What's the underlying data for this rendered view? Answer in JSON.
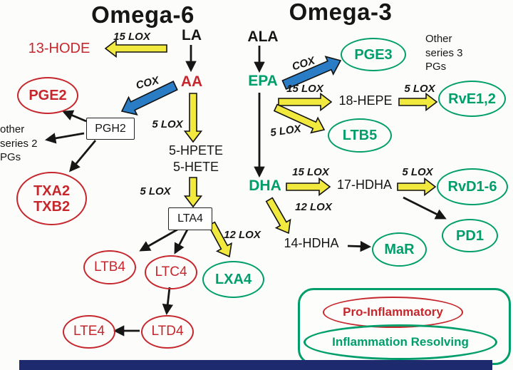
{
  "titles": {
    "omega6": "Omega-6",
    "omega3": "Omega-3"
  },
  "enzymes": {
    "lox15": "15 LOX",
    "cox": "COX",
    "lox5": "5 LOX",
    "lox12": "12 LOX"
  },
  "omega6": {
    "la": "LA",
    "hode13": "13-HODE",
    "aa": "AA",
    "pgh2": "PGH2",
    "pge2": "PGE2",
    "other_series2": "other\nseries 2\nPGs",
    "txa2_txb2": "TXA2\nTXB2",
    "hpete5": "5-HPETE",
    "hete5": "5-HETE",
    "lta4": "LTA4",
    "ltb4": "LTB4",
    "ltc4": "LTC4",
    "lxa4": "LXA4",
    "ltd4": "LTD4",
    "lte4": "LTE4"
  },
  "omega3": {
    "ala": "ALA",
    "epa": "EPA",
    "pge3": "PGE3",
    "other_series3": "Other\nseries 3\nPGs",
    "hepe18": "18-HEPE",
    "rve12": "RvE1,2",
    "ltb5": "LTB5",
    "dha": "DHA",
    "hdha17": "17-HDHA",
    "rvd16": "RvD1-6",
    "pd1": "PD1",
    "hdha14": "14-HDHA",
    "mar": "MaR"
  },
  "legend": {
    "pro_inflammatory": "Pro-Inflammatory",
    "inflammation_resolving": "Inflammation Resolving"
  },
  "colors": {
    "pro_inflammatory_red": "#c5272d",
    "inflammation_resolving_green": "#009e6b",
    "lox_arrow_yellow": "#f2e93e",
    "cox_arrow_blue": "#2a7dc5",
    "bottom_bar_navy": "#1d2a6e"
  }
}
